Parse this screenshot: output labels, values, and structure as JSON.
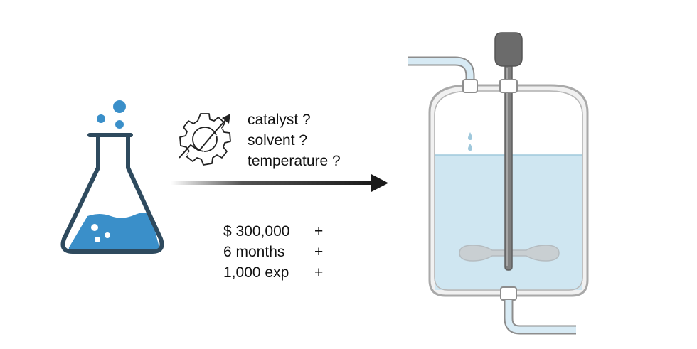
{
  "questions": [
    "catalyst ?",
    "solvent ?",
    "temperature ?"
  ],
  "costs": [
    {
      "value": "$ 300,000",
      "sign": "+"
    },
    {
      "value": "6 months",
      "sign": "+"
    },
    {
      "value": "1,000 exp",
      "sign": "+"
    }
  ],
  "icons": {
    "flask": "flask-icon",
    "optimization": "gear-trend-icon",
    "arrow": "arrow-right-icon",
    "reactor": "reactor-vessel-icon"
  },
  "colors": {
    "flask_blue": "#3a8fc9",
    "flask_outline": "#2e4a5e",
    "liquid": "#cfe6f1",
    "vessel_outline": "#a9a9a9",
    "arrow": "#1a1a1a"
  }
}
